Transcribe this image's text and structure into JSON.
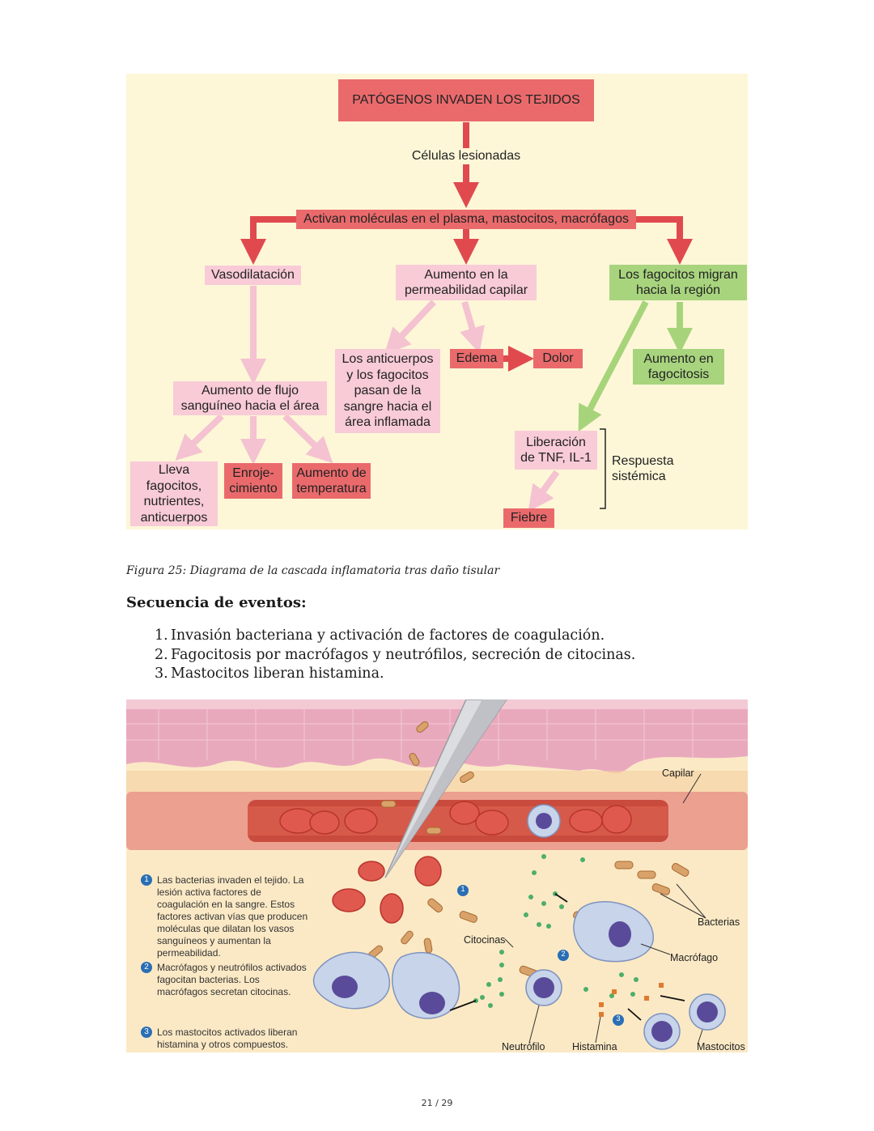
{
  "flowchart": {
    "top": "PATÓGENOS INVADEN LOS TEJIDOS",
    "injured_cells": "Células lesionadas",
    "activate": "Activan moléculas en el plasma, mastocitos, macrófagos",
    "vasodilation": "Vasodilatación",
    "permeability": "Aumento en la permeabilidad capilar",
    "phagocytes_migrate": "Los fagocitos migran hacia la región",
    "blood_flow": "Aumento de flujo sanguíneo hacia el área",
    "antibodies": "Los anticuerpos y los fagocitos pasan de la sangre hacia el área inflamada",
    "edema": "Edema",
    "pain": "Dolor",
    "phagocytosis": "Aumento en fagocitosis",
    "release": "Liberación de TNF, IL-1",
    "systemic": "Respuesta sistémica",
    "carries": "Lleva fagocitos, nutrientes, anticuerpos",
    "redness": "Enroje- cimiento",
    "temperature": "Aumento de temperatura",
    "fever": "Fiebre"
  },
  "caption": "Figura 25: Diagrama de la cascada inflamatoria tras daño tisular",
  "heading": "Secuencia de eventos:",
  "steps": [
    {
      "num": "1.",
      "text": "Invasión bacteriana y activación de factores de coagulación."
    },
    {
      "num": "2.",
      "text": "Fagocitosis por macrófagos y neutrófilos, secreción de citocinas."
    },
    {
      "num": "3.",
      "text": "Mastocitos liberan histamina."
    }
  ],
  "illustration": {
    "labels": {
      "capillary": "Capilar",
      "bacteria": "Bacterias",
      "macrophage": "Macrófago",
      "cytokines": "Citocinas",
      "neutrophil": "Neutrófilo",
      "histamine": "Histamina",
      "mast_cells": "Mastocitos"
    },
    "legend": [
      {
        "num": "1",
        "text": "Las bacterias invaden el tejido. La lesión activa factores de coagulación en la sangre. Estos factores activan vías que producen moléculas que dilatan los vasos sanguíneos y aumentan la permeabilidad."
      },
      {
        "num": "2",
        "text": "Macrófagos y neutrófilos activados fagocitan bacterias. Los macrófagos secretan citocinas."
      },
      {
        "num": "3",
        "text": "Los mastocitos activados liberan histamina y otros compuestos."
      }
    ],
    "badges": [
      "1",
      "2",
      "3"
    ],
    "colors": {
      "vessel": "#e98a7e",
      "rbc": "#d9534f",
      "bacteria": "#d9a26a",
      "cytokine": "#4cae6a",
      "histamine": "#e07a2e",
      "cell": "#c7d4ea"
    }
  },
  "page": "21 / 29"
}
